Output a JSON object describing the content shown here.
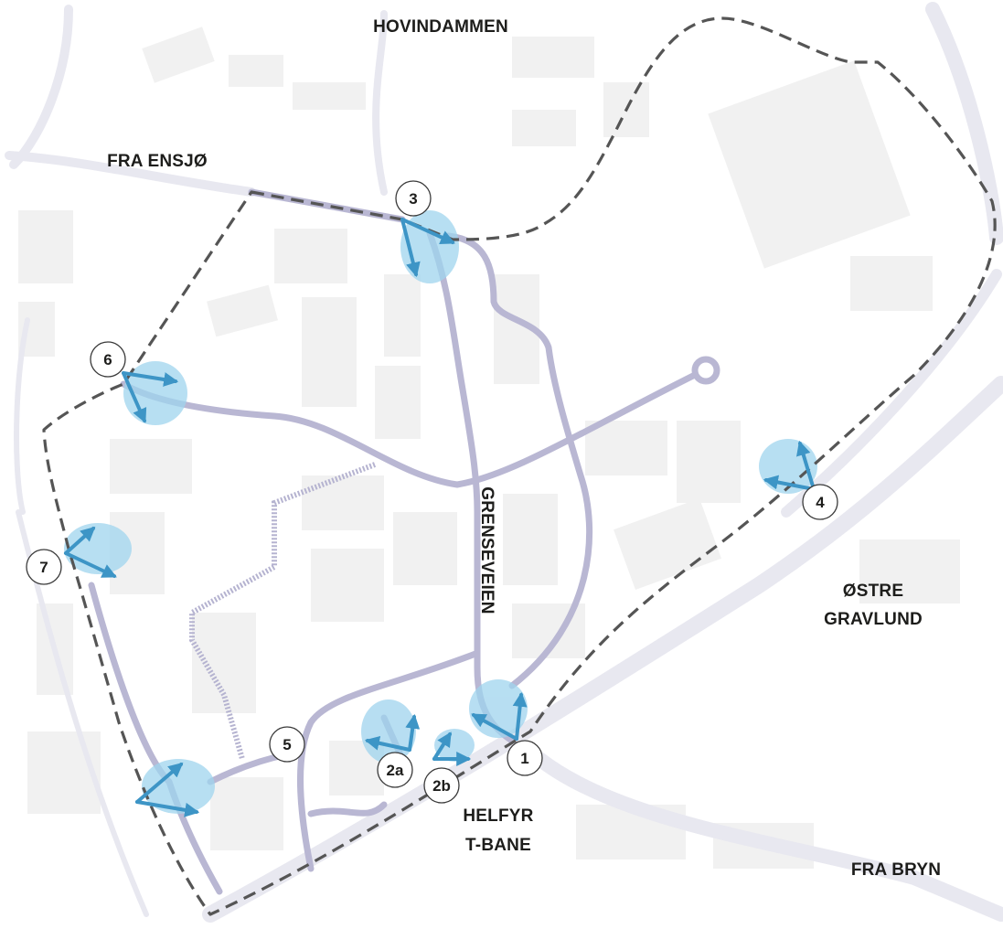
{
  "places": {
    "hovindammen": "HOVINDAMMEN",
    "fra_ensjo": "FRA ENSJØ",
    "grenseveien": "GRENSEVEIEN",
    "ostre": "ØSTRE",
    "gravlund": "GRAVLUND",
    "helfyr": "HELFYR",
    "tbane": "T-BANE",
    "fra_bryn": "FRA BRYN"
  },
  "markers": {
    "m1": "1",
    "m2a": "2a",
    "m2b": "2b",
    "m3": "3",
    "m4": "4",
    "m5": "5",
    "m6": "6",
    "m7": "7"
  },
  "colors": {
    "background": "#ffffff",
    "building": "#f0f0f0",
    "outer_road": "#e9e9f1",
    "internal_road": "#b9b7d3",
    "boundary": "#555555",
    "highlight": "#9fd4ee",
    "arrow": "#3d95c6"
  }
}
